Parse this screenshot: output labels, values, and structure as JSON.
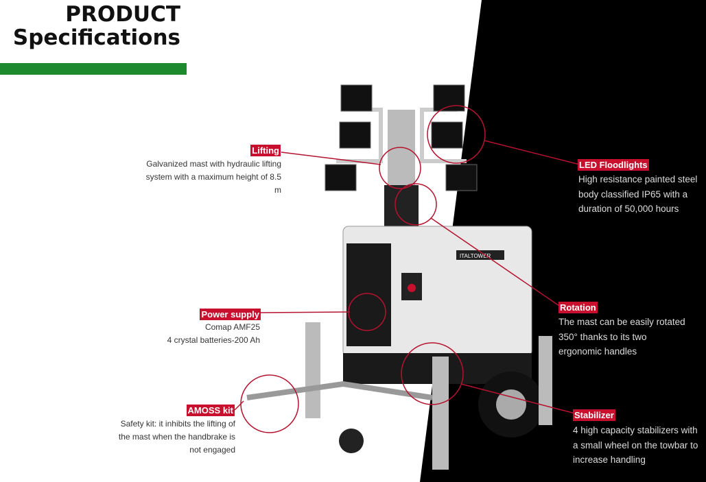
{
  "header": {
    "line1": "PRODUCT",
    "line2": "Specifications"
  },
  "colors": {
    "accent": "#c8102e",
    "green": "#1e8a2e",
    "dark": "#000000"
  },
  "features": {
    "lifting": {
      "label": "Lifting",
      "desc": [
        "Galvanized mast with hydraulic lifting",
        "system with a maximum height of 8.5",
        "m"
      ]
    },
    "power": {
      "label": "Power supply",
      "desc": [
        "Comap AMF25",
        "4 crystal batteries-200 Ah"
      ]
    },
    "amoss": {
      "label": "AMOSS kit",
      "desc": [
        "Safety kit: it inhibits the lifting of",
        "the mast when the handbrake is",
        "not engaged"
      ]
    },
    "led": {
      "label": "LED Floodlights",
      "desc": [
        "High resistance painted steel",
        "body classified IP65 with a",
        "duration of 50,000 hours"
      ]
    },
    "rotation": {
      "label": "Rotation",
      "desc": [
        "The mast can be easily rotated",
        "350° thanks to its two",
        "ergonomic handles"
      ]
    },
    "stabilizer": {
      "label": "Stabilizer",
      "desc": [
        "4 high capacity stabilizers with",
        "a small wheel on the towbar to",
        "increase handling"
      ]
    }
  },
  "product": {
    "brand": "ITALTOWER"
  }
}
